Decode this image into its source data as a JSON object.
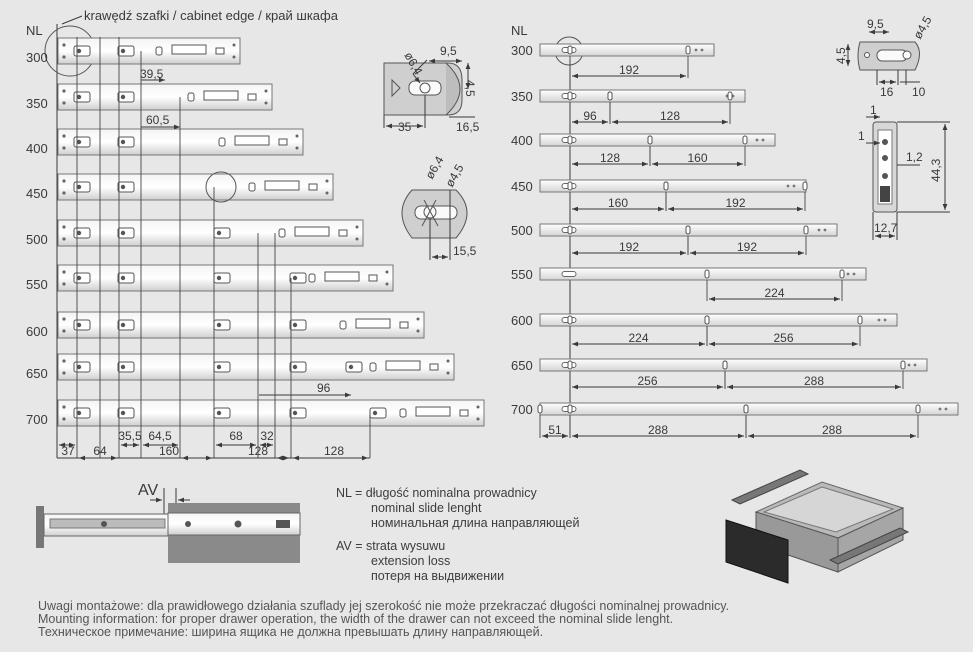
{
  "labels": {
    "cabinet_edge": "krawędź szafki / cabinet edge / край шкафа",
    "nl_header": "NL",
    "av_header": "AV"
  },
  "left_sizes": [
    "300",
    "350",
    "400",
    "450",
    "500",
    "550",
    "600",
    "650",
    "700"
  ],
  "right_sizes": [
    "300",
    "350",
    "400",
    "450",
    "500",
    "550",
    "600",
    "650",
    "700"
  ],
  "left_dims": {
    "d1": "39,5",
    "d2": "60,5",
    "d3": "96",
    "bottom": [
      "37",
      "64",
      "35,5",
      "64,5",
      "160",
      "68",
      "32",
      "128",
      "128"
    ]
  },
  "right_dims": {
    "r300": [
      "192"
    ],
    "r350": [
      "96",
      "128"
    ],
    "r400": [
      "128",
      "160"
    ],
    "r450": [
      "160",
      "192"
    ],
    "r500": [
      "192",
      "192"
    ],
    "r550": [
      "224"
    ],
    "r600": [
      "224",
      "256"
    ],
    "r650": [
      "256",
      "288"
    ],
    "r700": [
      "51",
      "288",
      "288"
    ]
  },
  "detail_dims": {
    "a": [
      "ø6,4",
      "9,5",
      "4,5",
      "35",
      "16,5"
    ],
    "b": [
      "ø6,4",
      "ø4,5",
      "15,5"
    ],
    "c": [
      "9,5",
      "ø4,5",
      "4,5",
      "16",
      "10"
    ],
    "e": [
      "1",
      "1",
      "1,2",
      "44,3",
      "12,7"
    ]
  },
  "legend": {
    "nl_pl": "NL = długość nominalna prowadnicy",
    "nl_en": "nominal slide lenght",
    "nl_ru": "номинальная длина направляющей",
    "av_pl": "AV = strata wysuwu",
    "av_en": "extension loss",
    "av_ru": "потеря на выдвижении"
  },
  "notes": {
    "pl": "Uwagi montażowe: dla prawidłowego działania szuflady jej szerokość nie może przekraczać długości nominalnej prowadnicy.",
    "en": "Mounting information: for proper drawer operation, the width of the drawer can not exceed the nominal slide lenght.",
    "ru": "Техническое примечание: ширина ящика не должна превышать длину направляющей."
  }
}
